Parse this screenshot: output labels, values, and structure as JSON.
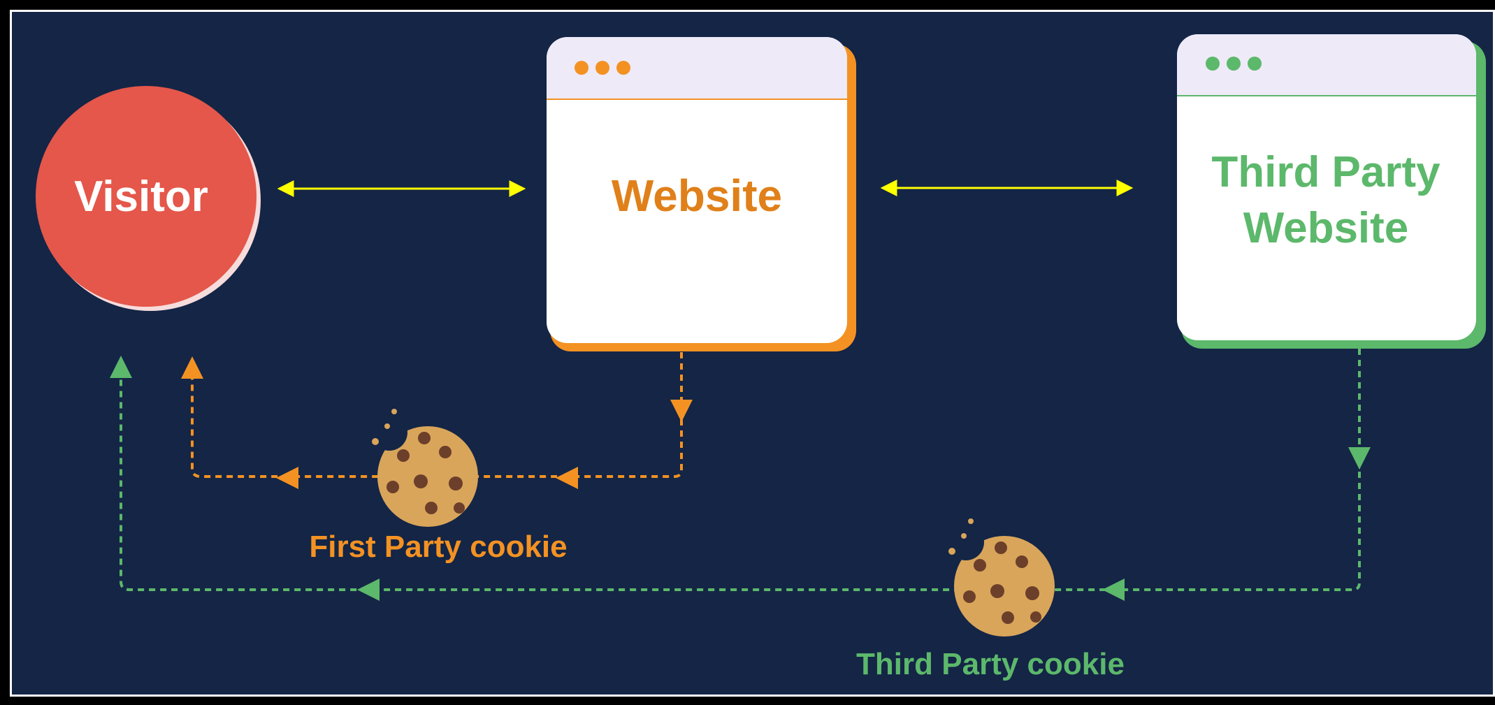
{
  "nodes": {
    "visitor": {
      "label": "Visitor"
    },
    "website": {
      "label": "Website"
    },
    "third_party": {
      "label_line1": "Third Party",
      "label_line2": "Website"
    }
  },
  "flows": {
    "first_party": {
      "label": "First Party cookie"
    },
    "third_party": {
      "label": "Third Party cookie"
    }
  },
  "colors": {
    "background": "#142546",
    "visitor": "#e4574a",
    "first_party": "#f39223",
    "third_party": "#5cb86b",
    "link_arrow": "#ffff00",
    "cookie": "#d9a55a",
    "cookie_chip": "#6b3f2a"
  }
}
